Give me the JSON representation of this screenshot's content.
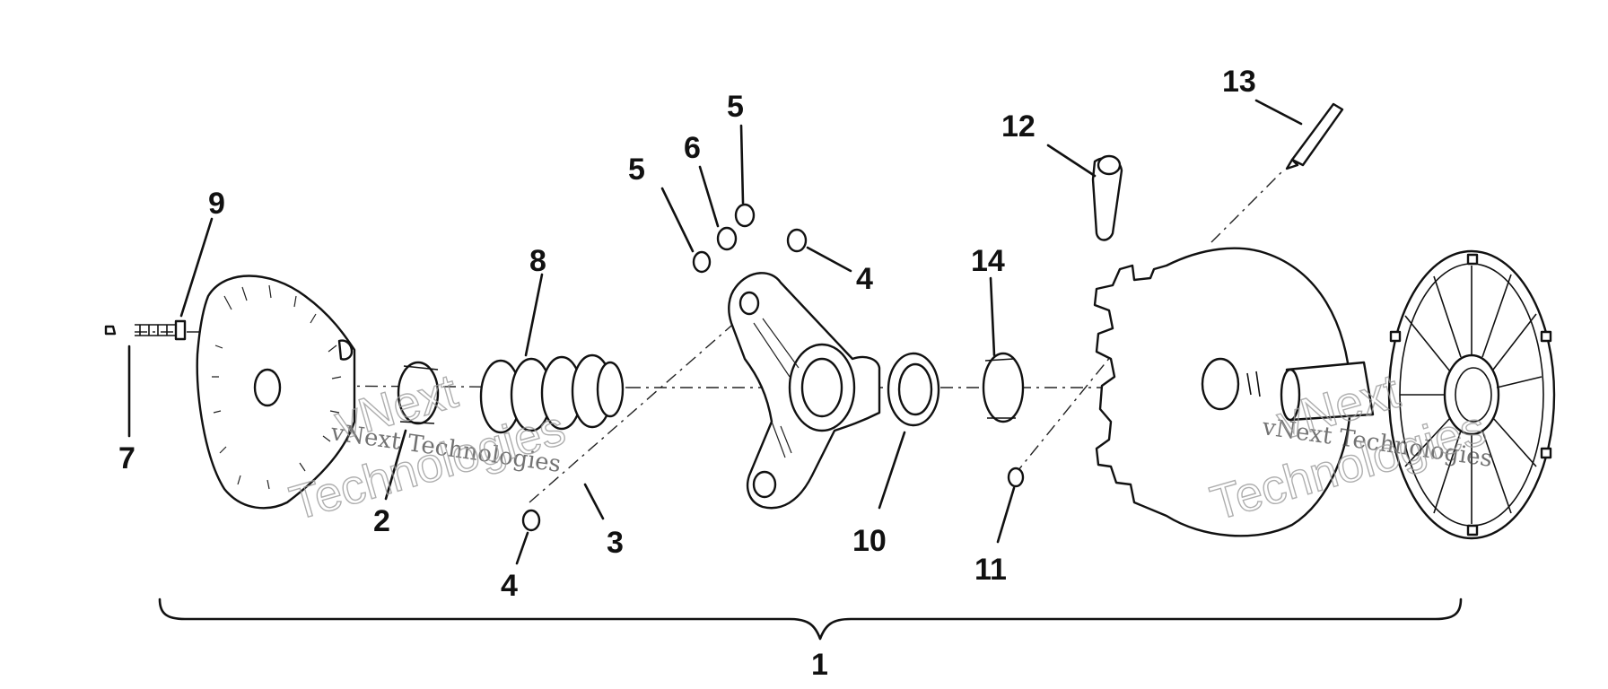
{
  "diagram": {
    "callouts": [
      "1",
      "2",
      "3",
      "4",
      "4",
      "5",
      "5",
      "6",
      "7",
      "8",
      "9",
      "10",
      "11",
      "12",
      "13",
      "14"
    ],
    "watermarks": {
      "line1": "vNext Technologies",
      "big_top": "vNext",
      "big_bottom": "Technologies"
    }
  }
}
